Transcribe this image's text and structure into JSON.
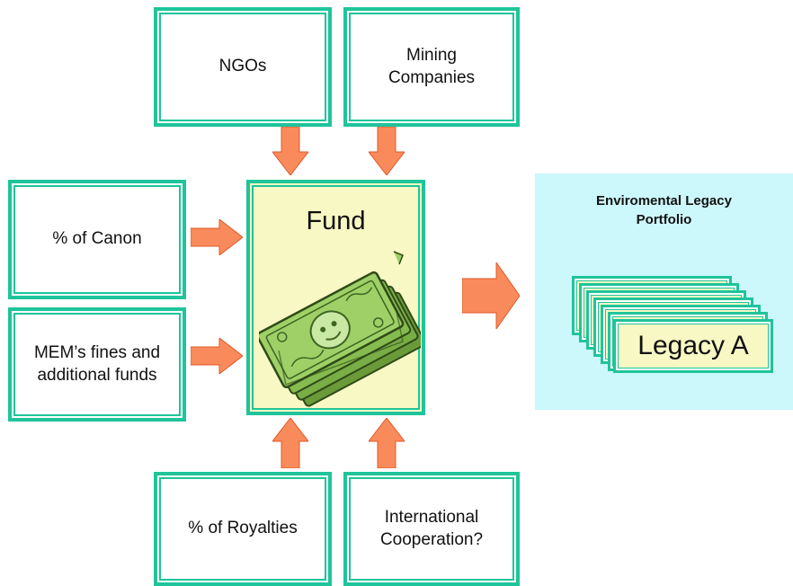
{
  "diagram": {
    "sources_top": [
      "NGOs",
      "Mining\nCompanies"
    ],
    "sources_left": [
      "% of Canon",
      "MEM’s fines and\nadditional funds"
    ],
    "sources_bottom": [
      "% of Royalties",
      "International\nCooperation?"
    ],
    "center": {
      "label": "Fund",
      "image": "money-stack-icon"
    },
    "portfolio": {
      "title": "Enviromental Legacy\nPortfolio",
      "front_card": "Legacy A"
    }
  },
  "colors": {
    "border": "#1fc49a",
    "arrow": "#f98a5c",
    "fund_fill": "#f8f8c4",
    "portfolio_fill": "#ccf7fb"
  }
}
